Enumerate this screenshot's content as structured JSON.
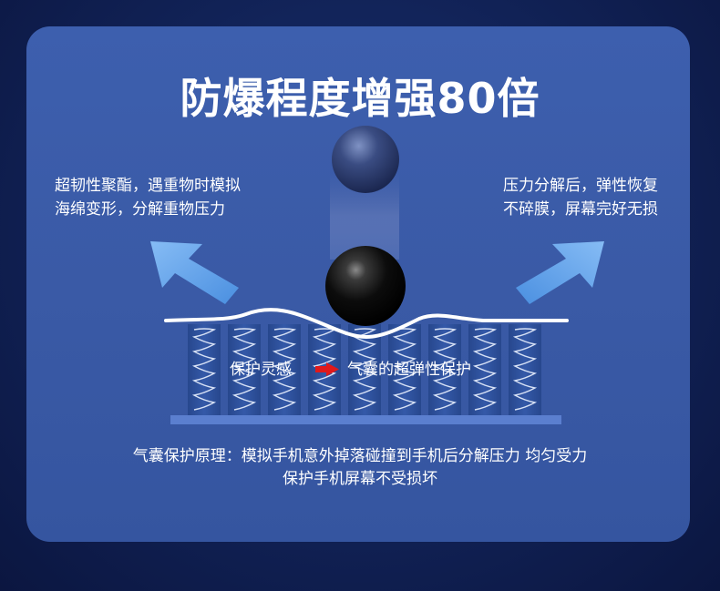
{
  "title": "防爆程度增强80倍",
  "left_note": {
    "line1": "超韧性聚酯，遇重物时模拟",
    "line2": "海绵变形，分解重物压力"
  },
  "right_note": {
    "line1": "压力分解后，弹性恢复",
    "line2": "不碎膜，屏幕完好无损"
  },
  "diagram": {
    "label_left": "保护灵感",
    "label_right": "气囊的超弹性保护",
    "arrow_icon": "red-arrow-icon",
    "colors": {
      "arrow_red": "#e0191b",
      "blue_arrow": "#5fa0e8",
      "spring_column": "#2d4f9a",
      "base_bar": "#5b7fcf"
    }
  },
  "caption": {
    "line1": "气囊保护原理：模拟手机意外掉落碰撞到手机后分解压力 均匀受力",
    "line2": "保护手机屏幕不受损坏"
  }
}
